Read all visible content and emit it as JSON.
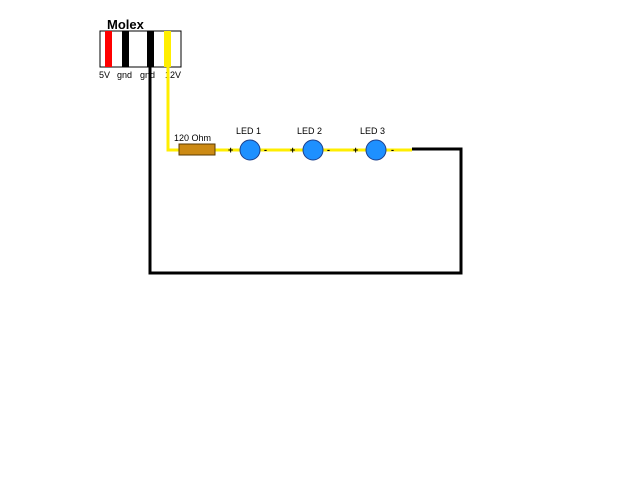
{
  "connector": {
    "title": "Molex",
    "pins": [
      {
        "label": "5V",
        "color": "#ff0000"
      },
      {
        "label": "gnd",
        "color": "#000000"
      },
      {
        "label": "gnd",
        "color": "#000000"
      },
      {
        "label": "12V",
        "color": "#ffee00"
      }
    ]
  },
  "resistor": {
    "label": "120 Ohm",
    "color": "#cc8a14"
  },
  "leds": [
    {
      "label": "LED 1",
      "plus": "+",
      "minus": "-"
    },
    {
      "label": "LED 2",
      "plus": "+",
      "minus": "-"
    },
    {
      "label": "LED 3",
      "plus": "+",
      "minus": "-"
    }
  ],
  "colors": {
    "positive_wire": "#ffee00",
    "ground_wire": "#000000",
    "led_fill": "#1e90ff",
    "led_outline": "#1c3f8c"
  }
}
